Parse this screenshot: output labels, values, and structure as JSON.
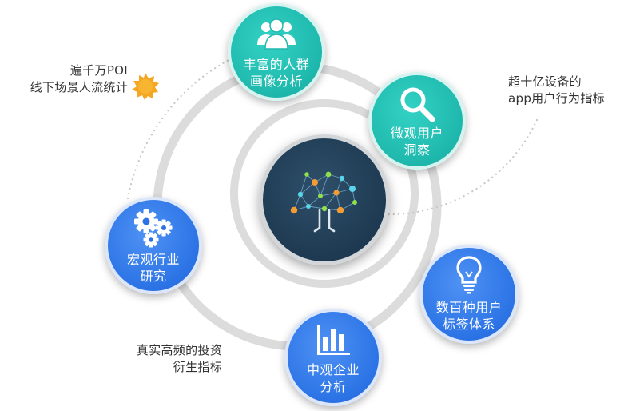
{
  "nodes": {
    "crowd_portrait": {
      "line1": "丰富的人群",
      "line2": "画像分析",
      "color": "#24bdb2",
      "icon": "user-group-icon"
    },
    "micro_insight": {
      "line1": "微观用户",
      "line2": "洞察",
      "color": "#24bdb2",
      "icon": "magnifier-icon"
    },
    "macro_industry": {
      "line1": "宏观行业",
      "line2": "研究",
      "color": "#2e77e8",
      "icon": "gears-icon"
    },
    "tag_system": {
      "line1": "数百种用户",
      "line2": "标签体系",
      "color": "#2e77e8",
      "icon": "lightbulb-icon"
    },
    "mid_enterprise": {
      "line1": "中观企业",
      "line2": "分析",
      "color": "#2e77e8",
      "icon": "bar-chart-icon"
    },
    "core": {
      "icon": "data-tree-icon",
      "color": "#1e3a52"
    }
  },
  "annotations": {
    "poi": {
      "line1": "遍千万POI",
      "line2": "线下场景人流统计"
    },
    "devices": {
      "line1": "超十亿设备的",
      "line2": "app用户行为指标"
    },
    "investment": {
      "line1": "真实高频的投资",
      "line2": "衍生指标"
    }
  },
  "colors": {
    "ring": "#dcdcdc",
    "dots": "#c8c8c8",
    "sun": "#f5a623"
  }
}
